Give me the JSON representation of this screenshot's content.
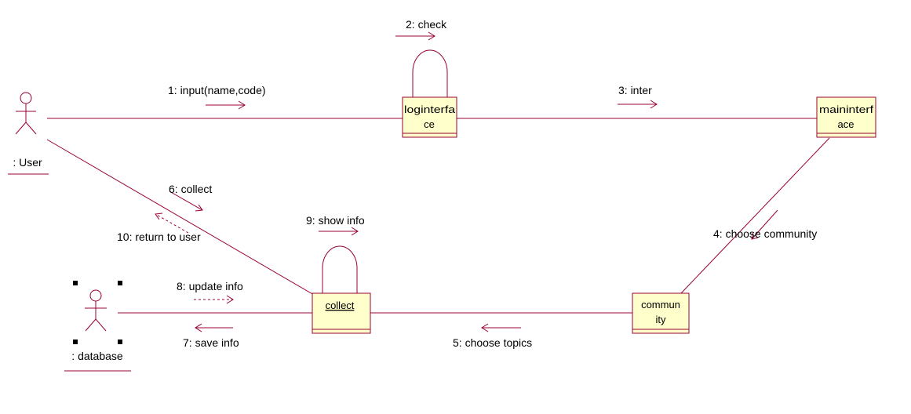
{
  "colors": {
    "line": "#990033",
    "object_fill": "#ffffcc",
    "text": "#000000",
    "handle": "#000000"
  },
  "actors": {
    "user": {
      "name": ": User"
    },
    "database": {
      "name": ": database"
    }
  },
  "objects": {
    "loginterface": {
      "line1": "loginterfa",
      "line2": "ce"
    },
    "maininterface": {
      "line1": "maininterf",
      "line2": "ace"
    },
    "collect": {
      "line1": "collect"
    },
    "community": {
      "line1": "commun",
      "line2": "ity"
    }
  },
  "messages": {
    "m1": "1: input(name,code)",
    "m2": "2: check",
    "m3": "3: inter",
    "m4": "4: choose community",
    "m5": "5: choose topics",
    "m6": "6: collect",
    "m7": "7: save info",
    "m8": "8: update info",
    "m9": "9: show info",
    "m10": "10: return to user"
  }
}
